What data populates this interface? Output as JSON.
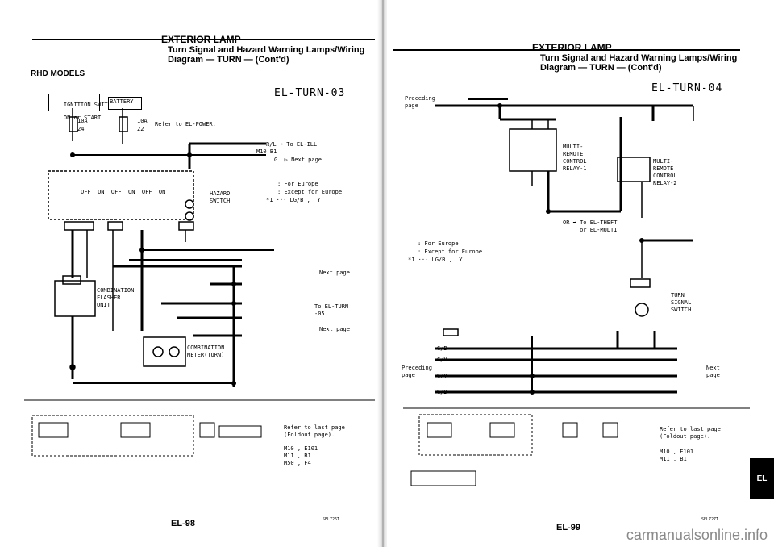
{
  "left_page": {
    "section_title": "EXTERIOR LAMP",
    "subtitle_line1": "Turn Signal and Hazard Warning Lamps/Wiring",
    "subtitle_line2": "Diagram — TURN — (Cont'd)",
    "model": "RHD MODELS",
    "diagram_id": "EL-TURN-03",
    "ignition_label_1": "IGNITION SWITCH",
    "ignition_label_2": "ON or START",
    "battery_label": "BATTERY",
    "fuse_10a_left": "10A",
    "fuse_24": "24",
    "fuse_10a_right": "10A",
    "fuse_22": "22",
    "refer_power": "Refer to EL-POWER.",
    "to_ill": "R/L ➡ To EL-ILL",
    "conn_m10_b1": "M10 B1",
    "next_page_g": "G  ▷ Next page",
    "hazard_label": "HAZARD\nSWITCH",
    "hazard_positions": "OFF  ON  OFF  ON  OFF  ON",
    "legend_eu": ": For Europe",
    "legend_ex": ": Except for Europe",
    "legend_star": "*1 ··· LG/B ,  Y",
    "flasher_label": "COMBINATION\nFLASHER\nUNIT",
    "meter_label": "COMBINATION\nMETER(TURN)",
    "next_page_right": "Next page",
    "to_el_turn": "To EL-TURN\n-05",
    "refer_last": "Refer to last page\n(Foldout page).",
    "conn_refs": "M10 , E101\nM11 , B1\nM50 , F4",
    "page_number": "EL-98",
    "code": "SEL726T"
  },
  "right_page": {
    "section_title": "EXTERIOR LAMP",
    "subtitle_line1": "Turn Signal and Hazard Warning Lamps/Wiring",
    "subtitle_line2": "Diagram — TURN — (Cont'd)",
    "diagram_id": "EL-TURN-04",
    "preceding_page": "Preceding\npage",
    "relay1_label": "MULTI-\nREMOTE\nCONTROL\nRELAY-1",
    "relay2_label": "MULTI-\nREMOTE\nCONTROL\nRELAY-2",
    "to_theft": "OR ➡ To EL-THEFT\n     or EL-MULTI",
    "legend_eu": ": For Europe",
    "legend_ex": ": Except for Europe",
    "legend_star": "*1 ··· LG/B ,  Y",
    "turn_switch": "TURN\nSIGNAL\nSWITCH",
    "wire_gb": "G/B",
    "wire_gy": "G/Y",
    "next_page": "Next\npage",
    "refer_last": "Refer to last page\n(Foldout page).",
    "conn_refs": "M10 , E101\nM11 , B1",
    "page_number": "EL-99",
    "code": "SEL727T",
    "tab": "EL"
  },
  "watermark": "carmanualsonline.info"
}
